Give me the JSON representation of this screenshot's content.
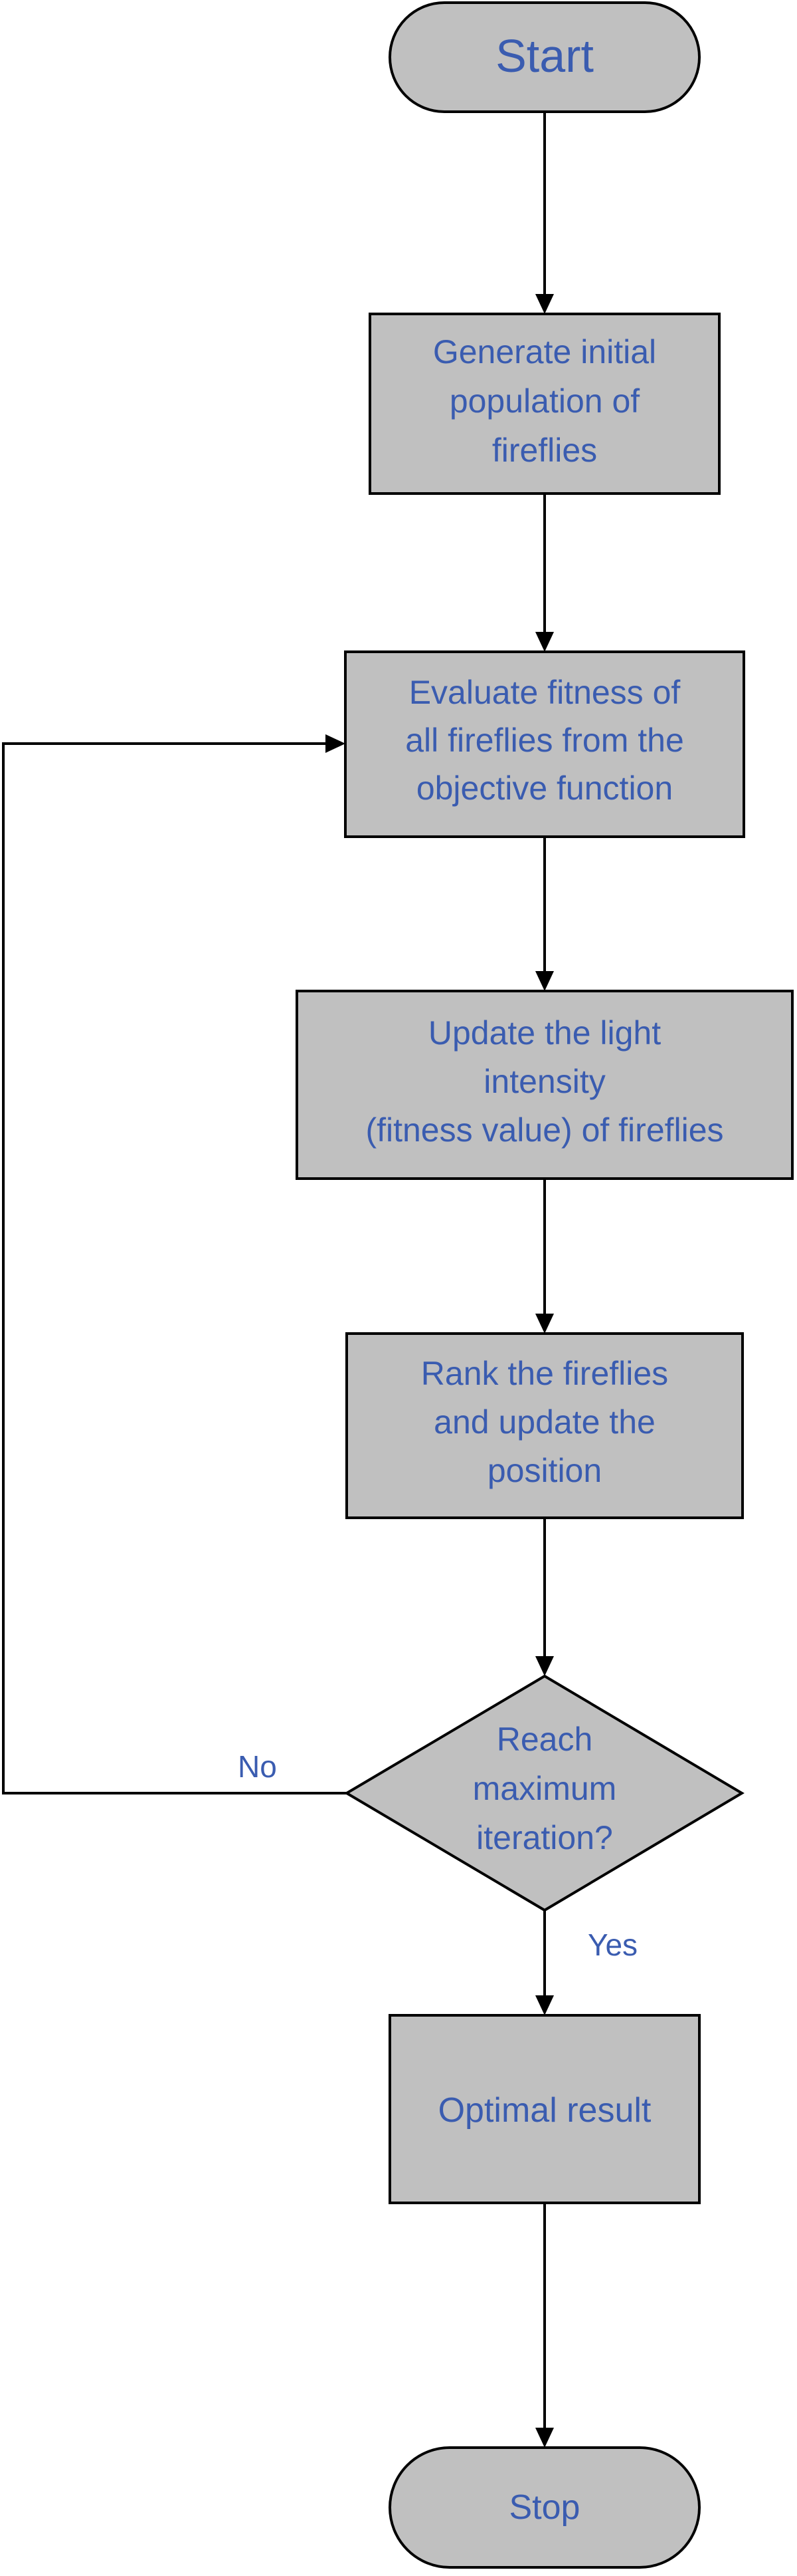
{
  "diagram": {
    "nodes": {
      "start": {
        "shape": "terminator",
        "lines": [
          "Start"
        ]
      },
      "init": {
        "shape": "process",
        "lines": [
          "Generate initial",
          "population of",
          "fireflies"
        ]
      },
      "evaluate": {
        "shape": "process",
        "lines": [
          "Evaluate fitness of",
          "all fireflies from the",
          "objective function"
        ]
      },
      "update": {
        "shape": "process",
        "lines": [
          "Update the light",
          "intensity",
          "(fitness value) of fireflies"
        ]
      },
      "rank": {
        "shape": "process",
        "lines": [
          "Rank the fireflies",
          "and update the",
          "position"
        ]
      },
      "decision": {
        "shape": "decision",
        "lines": [
          "Reach",
          "maximum",
          "iteration?"
        ]
      },
      "result": {
        "shape": "process",
        "lines": [
          "Optimal result"
        ]
      },
      "stop": {
        "shape": "terminator",
        "lines": [
          "Stop"
        ]
      }
    },
    "edges": {
      "no_label": "No",
      "yes_label": "Yes"
    },
    "colors": {
      "fill": "#c0c0c0",
      "stroke": "#000000",
      "text": "#3a5cb0"
    }
  }
}
